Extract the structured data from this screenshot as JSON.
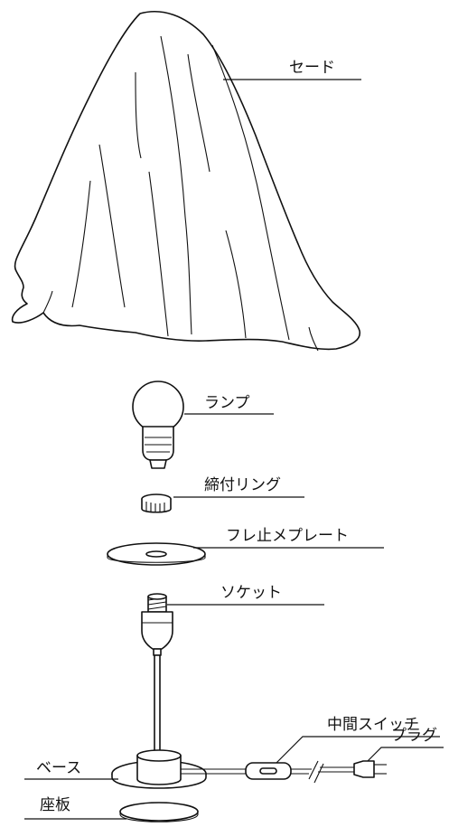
{
  "labels": {
    "shade": "セード",
    "lamp": "ランプ",
    "ring": "締付リング",
    "plate": "フレ止メプレート",
    "socket": "ソケット",
    "switch": "中間スイッチ",
    "plug": "プラグ",
    "base": "ベース",
    "board": "座板"
  }
}
